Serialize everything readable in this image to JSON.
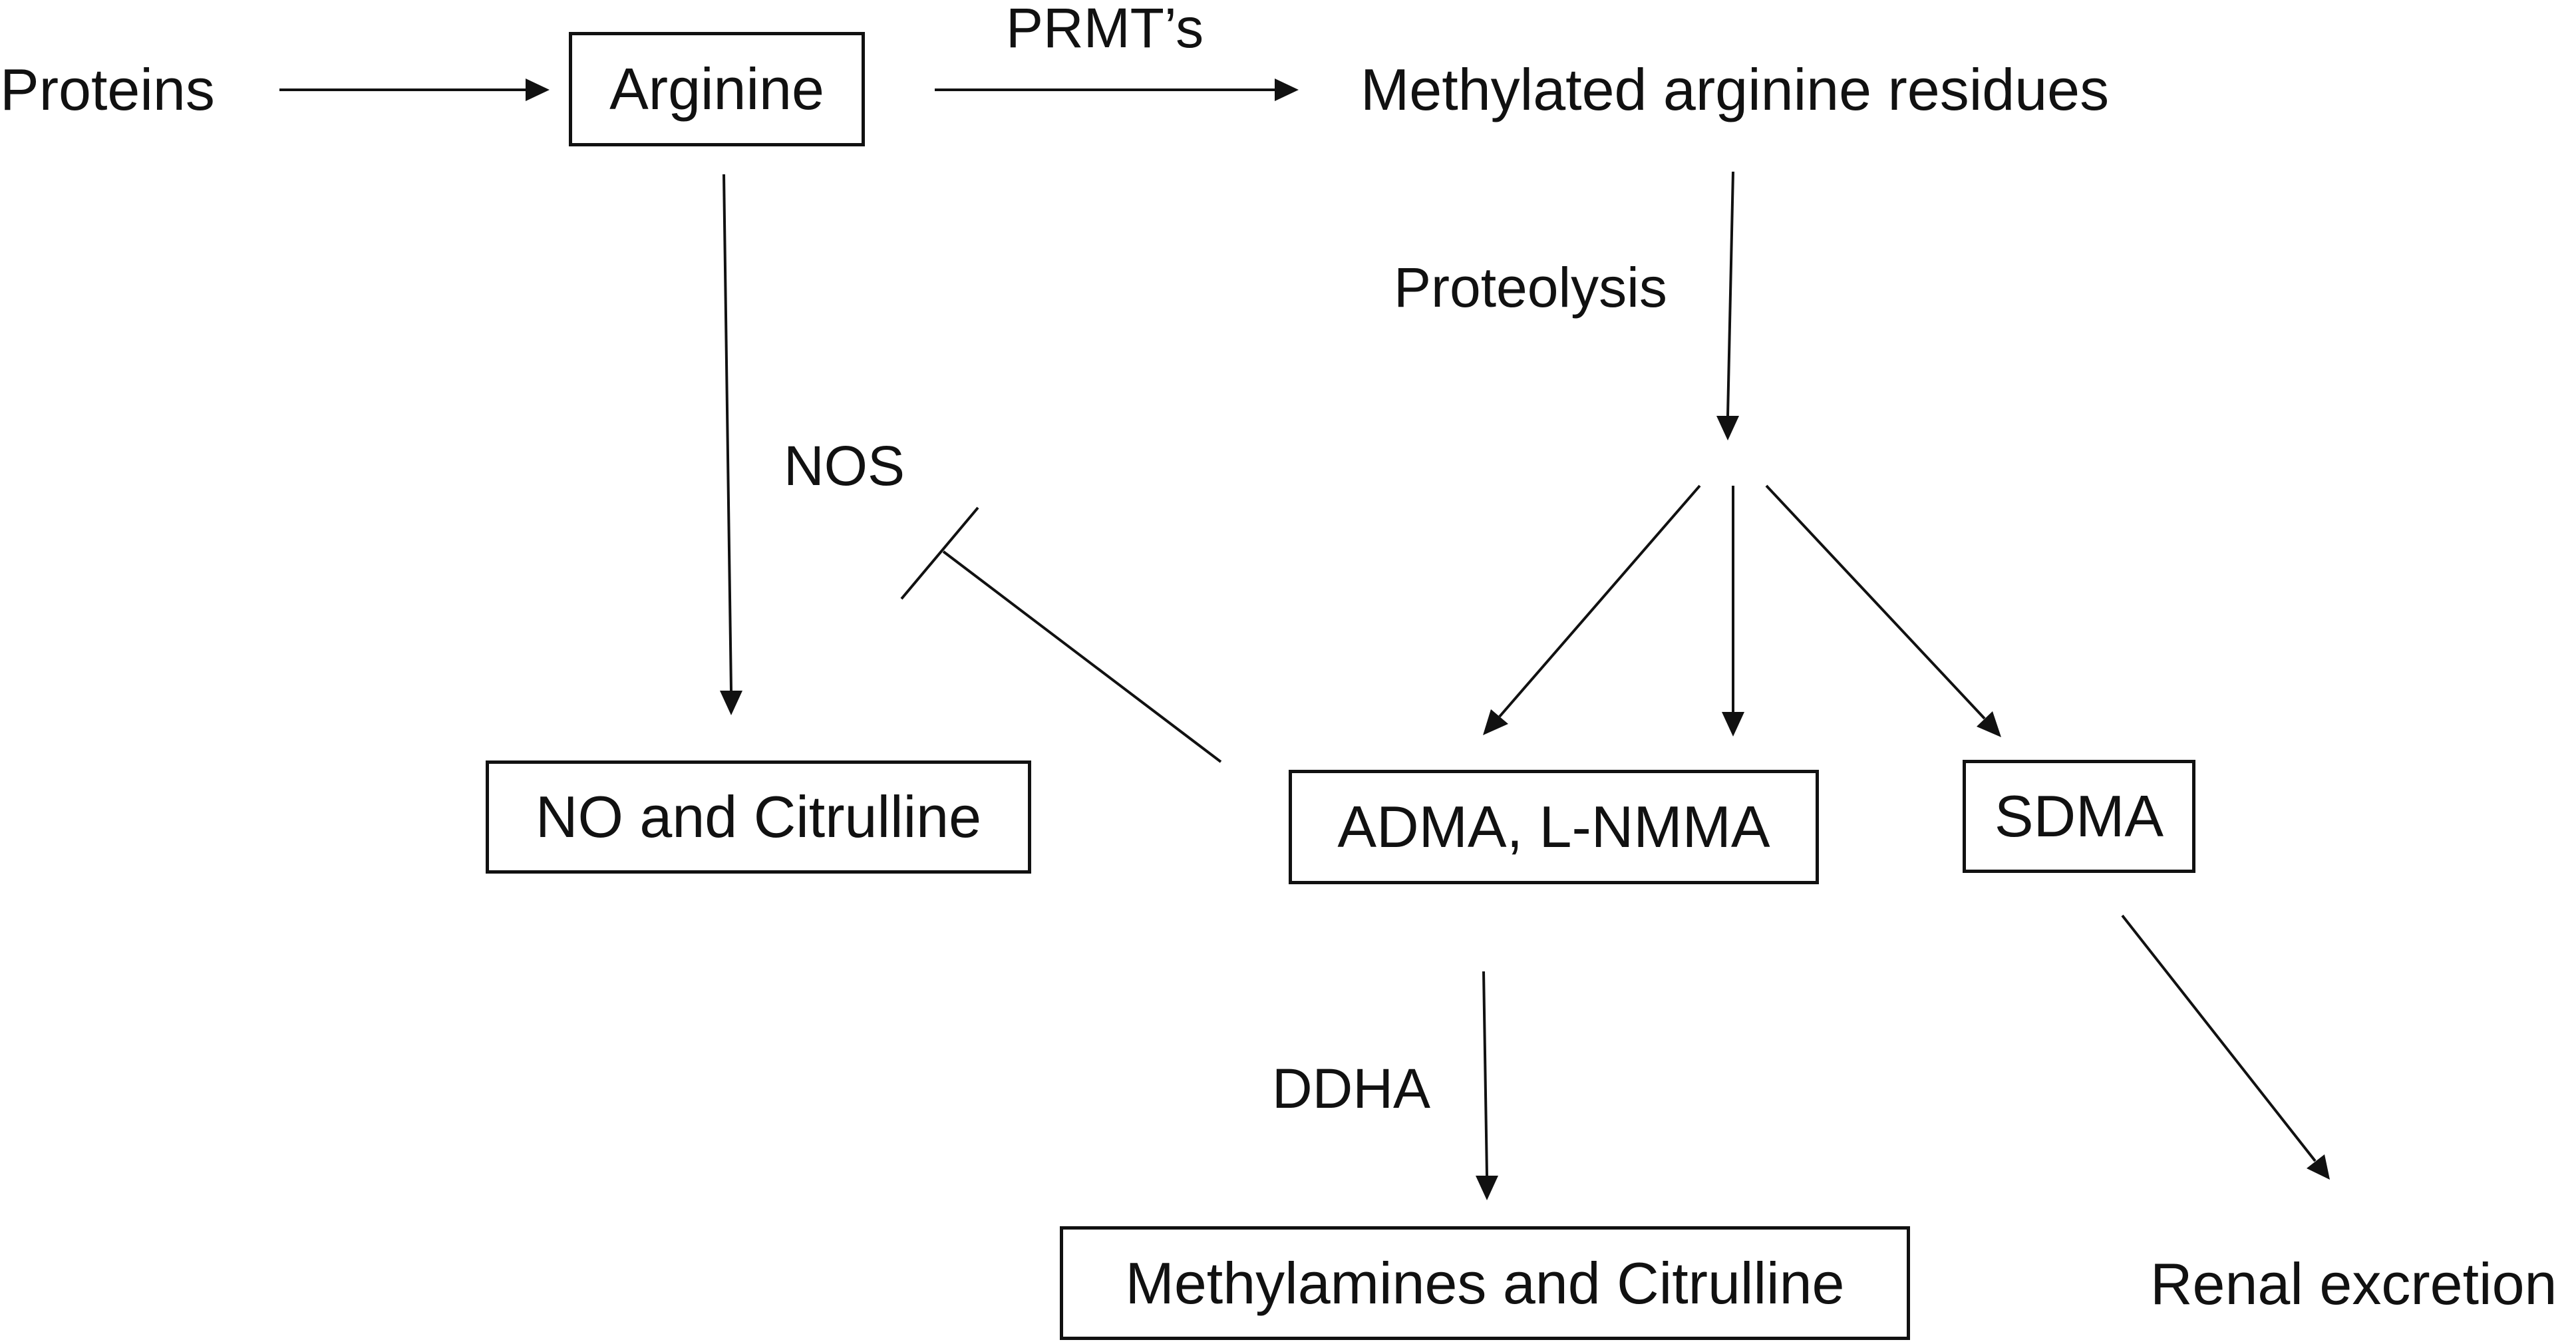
{
  "nodes": {
    "proteins": "Proteins",
    "arginine": "Arginine",
    "methylated_residues": "Methylated arginine residues",
    "no_citrulline": "NO and Citrulline",
    "adma_lnmma": "ADMA, L-NMMA",
    "sdma": "SDMA",
    "methylamines_citrulline": "Methylamines and Citrulline",
    "renal_excretion": "Renal excretion"
  },
  "edge_labels": {
    "prmts": "PRMT’s",
    "proteolysis": "Proteolysis",
    "nos": "NOS",
    "ddha": "DDHA"
  },
  "colors": {
    "line": "#111111",
    "background": "#ffffff"
  }
}
